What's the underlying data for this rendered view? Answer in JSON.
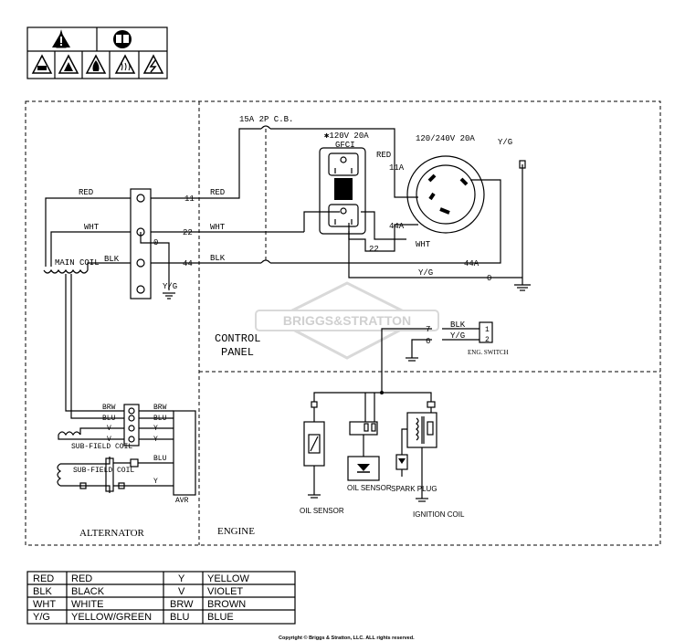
{
  "labels": {
    "cb": "15A 2P C.B.",
    "gfci_rating": "✱120V 20A",
    "gfci": "GFCI",
    "twistlock": "120/240V 20A",
    "control_panel_1": "CONTROL",
    "control_panel_2": "PANEL",
    "alternator": "ALTERNATOR",
    "engine": "ENGINE",
    "main_coil": "MAIN COIL",
    "sub_field_coil_1": "SUB-FIELD COIL",
    "sub_field_coil_2": "SUB-FIELD COIL",
    "avr": "AVR",
    "eng_switch": "ENG. SWITCH",
    "oil_sensor_1": "OIL SENSOR",
    "oil_sensor_2": "OIL SENSOR",
    "spark_plug": "SPARK PLUG",
    "ignition_coil": "IGNITION COIL",
    "watermark": "BRIGGS&STRATTON",
    "copyright": "Copyright © Briggs & Stratton, LLC. ALL rights reserved."
  },
  "wires": {
    "red": "RED",
    "wht": "WHT",
    "blk": "BLK",
    "yg": "Y/G",
    "brw": "BRW",
    "blu": "BLU",
    "v": "V",
    "y": "Y",
    "n11": "11",
    "n22": "22",
    "n44": "44",
    "n0": "0",
    "n11a": "11A",
    "n44a": "44A",
    "n7": "7",
    "n6": "6",
    "p1": "1",
    "p2": "2"
  },
  "legend": [
    {
      "code": "RED",
      "name": "RED",
      "code2": "Y",
      "name2": "YELLOW"
    },
    {
      "code": "BLK",
      "name": "BLACK",
      "code2": "V",
      "name2": "VIOLET"
    },
    {
      "code": "WHT",
      "name": "WHITE",
      "code2": "BRW",
      "name2": "BROWN"
    },
    {
      "code": "Y/G",
      "name": "YELLOW/GREEN",
      "code2": "BLU",
      "name2": "BLUE"
    }
  ],
  "icons": [
    "warning-triangle-icon",
    "manual-book-icon",
    "shock-hazard-icon",
    "explosion-hazard-icon",
    "fire-hazard-icon",
    "hot-surface-icon",
    "electric-hazard-icon"
  ]
}
